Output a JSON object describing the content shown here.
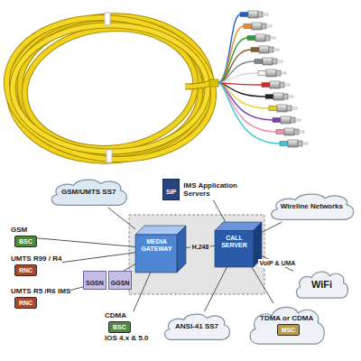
{
  "diagram": {
    "nodes": [
      {
        "text": [
          "GSM/UMTS SS7"
        ]
      },
      {
        "text": [
          "SIP",
          "IMS Application Servers"
        ]
      },
      {
        "text": [
          "Wireline Networks"
        ]
      },
      {
        "text": [
          "GSM",
          "BSC"
        ]
      },
      {
        "text": [
          "MEDIA GATEWAY"
        ]
      },
      {
        "text": [
          "CALL SERVER"
        ]
      },
      {
        "text": [
          "UMTS R99 / R4",
          "RNC"
        ]
      },
      {
        "text": [
          "WiFi"
        ]
      },
      {
        "text": [
          "SGSN",
          "GGSN"
        ]
      },
      {
        "text": [
          "UMTS R5 /R6 IMS",
          "RNC"
        ]
      },
      {
        "text": [
          "CDMA",
          "BSC",
          "IOS 4.x & 5.0"
        ]
      },
      {
        "text": [
          "ANSI-41 SS7"
        ]
      },
      {
        "text": [
          "TDMA or CDMA",
          "MSC"
        ]
      }
    ],
    "edges": [
      {
        "from": 0,
        "to": 4,
        "arrow": "none"
      },
      {
        "from": 1,
        "to": 5,
        "arrow": "none"
      },
      {
        "from": 3,
        "to": 4,
        "arrow": "none"
      },
      {
        "from": 6,
        "to": 4,
        "arrow": "none"
      },
      {
        "from": 9,
        "to": 8,
        "arrow": "none"
      },
      {
        "from": 8,
        "to": 4,
        "arrow": "none"
      },
      {
        "from": 10,
        "to": 4,
        "arrow": "none"
      },
      {
        "from": 4,
        "to": 5,
        "label": "H.248",
        "arrow": "none"
      },
      {
        "from": 5,
        "to": 2,
        "arrow": "none"
      },
      {
        "from": 5,
        "to": 7,
        "label": "VoIP & UMA",
        "arrow": "none"
      },
      {
        "from": 11,
        "to": 5,
        "arrow": "none"
      },
      {
        "from": 12,
        "to": 5,
        "arrow": "none"
      }
    ]
  }
}
